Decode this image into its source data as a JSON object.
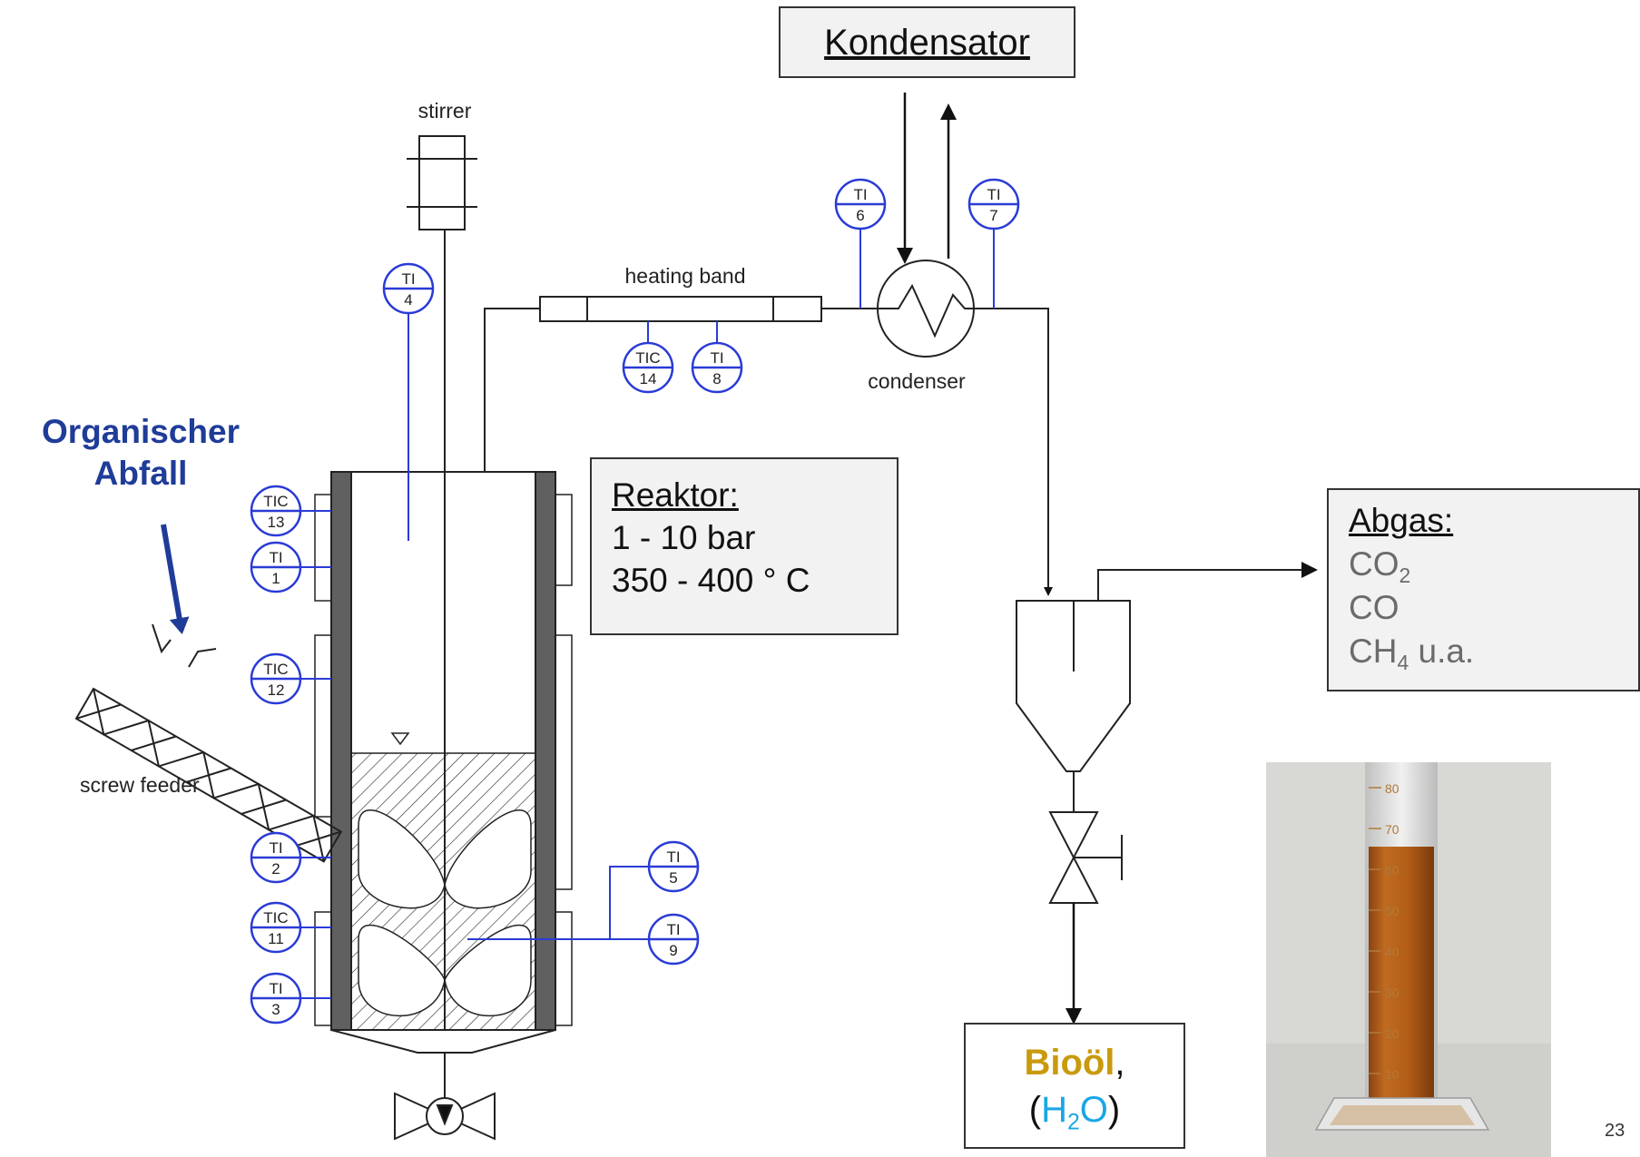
{
  "boxes": {
    "condenser_title": "Kondensator",
    "reactor": {
      "title": "Reaktor:",
      "pressure": "1 - 10 bar",
      "temperature": "350 - 400 ° C"
    },
    "offgas": {
      "title": "Abgas:",
      "co2": "CO",
      "co2_sub": "2",
      "co": "CO",
      "ch4": "CH",
      "ch4_sub": "4",
      "ch4_suffix": " u.a."
    },
    "product": {
      "oil": "Bioöl",
      "comma": ",",
      "water_open": "(",
      "water_h": "H",
      "water_sub": "2",
      "water_o": "O",
      "water_close": ")"
    }
  },
  "waste_label": {
    "line1": "Organischer",
    "line2": "Abfall"
  },
  "labels": {
    "stirrer": "stirrer",
    "heating_band": "heating band",
    "condenser": "condenser",
    "screw_feeder": "screw feeder"
  },
  "instruments": [
    {
      "tag": "TI",
      "num": "4"
    },
    {
      "tag": "TIC",
      "num": "14"
    },
    {
      "tag": "TI",
      "num": "8"
    },
    {
      "tag": "TI",
      "num": "6"
    },
    {
      "tag": "TI",
      "num": "7"
    },
    {
      "tag": "TIC",
      "num": "13"
    },
    {
      "tag": "TI",
      "num": "1"
    },
    {
      "tag": "TIC",
      "num": "12"
    },
    {
      "tag": "TI",
      "num": "2"
    },
    {
      "tag": "TIC",
      "num": "11"
    },
    {
      "tag": "TI",
      "num": "3"
    },
    {
      "tag": "TI",
      "num": "5"
    },
    {
      "tag": "TI",
      "num": "9"
    }
  ],
  "cylinder_scale": [
    "80",
    "70",
    "60",
    "50",
    "40",
    "30",
    "20",
    "10"
  ],
  "page_number": "23",
  "colors": {
    "instrument": "#2a3bd6",
    "waste_label": "#1f3c98",
    "oil": "#c99a0c",
    "water": "#1aa6e6",
    "oil_liquid": "#b5651d"
  }
}
